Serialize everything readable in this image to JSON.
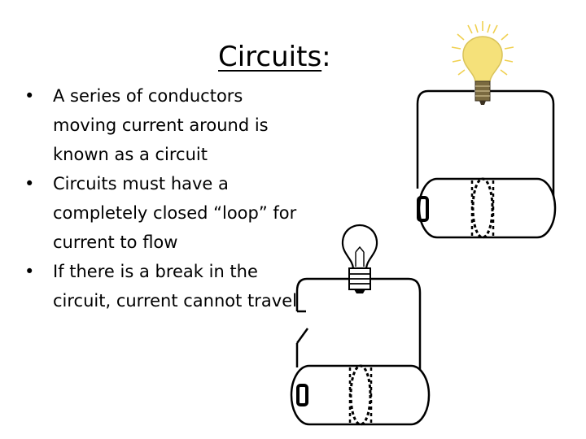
{
  "slide": {
    "title_main": "Circuits",
    "title_suffix": ":",
    "bullet_marker": "•",
    "bullets": [
      "A series of conductors moving current around is known as a circuit",
      "Circuits must have a completely closed “loop” for current to flow",
      "If there is a break in the circuit, current cannot travel"
    ]
  },
  "diagrams": [
    {
      "name": "closed-circuit",
      "bulb": "lit",
      "loop": "closed"
    },
    {
      "name": "open-circuit",
      "bulb": "unlit",
      "loop": "broken"
    }
  ],
  "colors": {
    "bulb_glow": "#f5e17a",
    "ray": "#f0d050",
    "line": "#000000"
  }
}
